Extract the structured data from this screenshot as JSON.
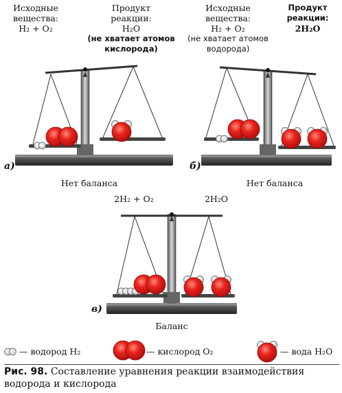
{
  "panel_a": {
    "left_label": [
      "Исходные",
      "вещества:",
      "H₂ + O₂"
    ],
    "right_label": [
      "Продукт",
      "реакции:",
      "H₂O",
      "(не хватает атомов",
      "кислорода)"
    ],
    "letter": "а)",
    "status": "Нет баланса"
  },
  "panel_b": {
    "left_label": [
      "Исходные",
      "вещества:",
      "H₂ + O₂",
      "(не хватает атомов",
      "водорода)"
    ],
    "right_label": [
      "Продукт",
      "реакции:",
      "2H₂O"
    ],
    "letter": "б)",
    "status": "Нет баланса"
  },
  "panel_c": {
    "left_label": "2H₂ + O₂",
    "right_label": "2H₂O",
    "letter": "в)",
    "status": "Баланс"
  },
  "legend": {
    "hydrogen": "— водород H₂",
    "oxygen": "— кислород O₂",
    "water": "— вода H₂O"
  },
  "caption": {
    "number": "Рис. 98.",
    "text": " Составление уравнения реакции взаимодействия водорода и кислорода"
  },
  "colors": {
    "molecule_red": "#e01b1b",
    "scale_dark": "#333333"
  }
}
